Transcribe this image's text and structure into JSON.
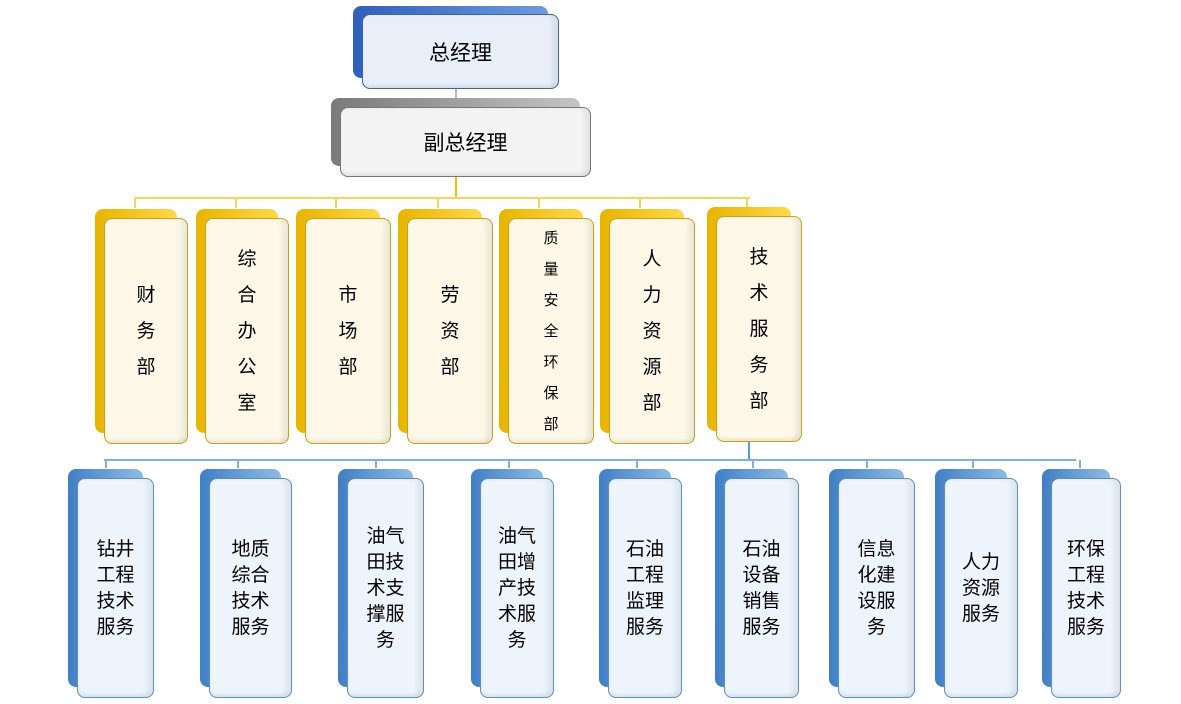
{
  "top": {
    "label": "总经理"
  },
  "deputy": {
    "label": "副总经理"
  },
  "departments": [
    {
      "label": "财务部"
    },
    {
      "label": "综合办公室"
    },
    {
      "label": "市场部"
    },
    {
      "label": "劳资部"
    },
    {
      "label": "质量安全环保部"
    },
    {
      "label": "人力资源部"
    },
    {
      "label": "技术服务部"
    }
  ],
  "services": [
    {
      "label": "钻井工程技术服务"
    },
    {
      "label": "地质综合技术服务"
    },
    {
      "label": "油气田技术支撑服务"
    },
    {
      "label": "油气田增产技术服务"
    },
    {
      "label": "石油工程监理服务"
    },
    {
      "label": "石油设备销售服务"
    },
    {
      "label": "信息化建设服务"
    },
    {
      "label": "人力资源服务"
    },
    {
      "label": "环保工程技术服务"
    }
  ],
  "colors": {
    "top": "#4472c4",
    "deputy": "#8c8c8c",
    "department": "#f2c200",
    "service": "#5b9bd5"
  }
}
